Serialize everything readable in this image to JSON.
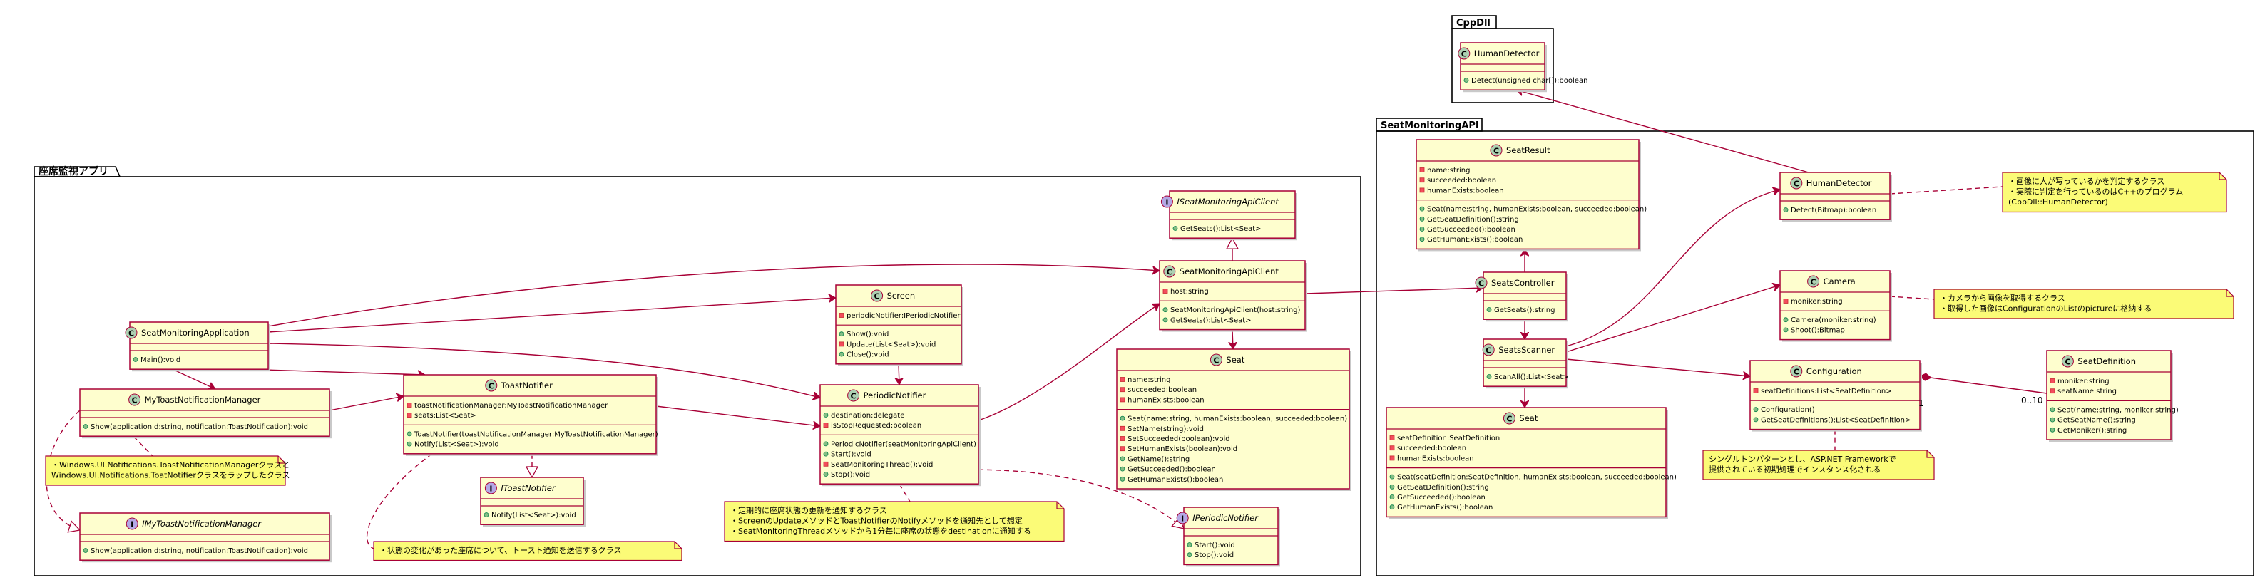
{
  "packages": {
    "app": "座席監視アプリ",
    "cppdll": "CppDll",
    "api": "SeatMonitoringAPI"
  },
  "classes": {
    "seatMonitoringApplication": {
      "kind": "C",
      "name": "SeatMonitoringApplication",
      "fields": [],
      "methods": [
        "+ Main():void"
      ]
    },
    "myToastNotificationManager": {
      "kind": "C",
      "name": "MyToastNotificationManager",
      "fields": [],
      "methods": [
        "+ Show(applicationId:string, notification:ToastNotification):void"
      ]
    },
    "iMyToastNotificationManager": {
      "kind": "I",
      "name": "IMyToastNotificationManager",
      "fields": [],
      "methods": [
        "+ Show(applicationId:string, notification:ToastNotification):void"
      ]
    },
    "toastNotifier": {
      "kind": "C",
      "name": "ToastNotifier",
      "fields": [
        "- toastNotificationManager:MyToastNotificationManager",
        "- seats:List<Seat>"
      ],
      "methods": [
        "+ ToastNotifier(toastNotificationManager:MyToastNotificationManager)",
        "+ Notify(List<Seat>):void"
      ]
    },
    "iToastNotifier": {
      "kind": "I",
      "name": "IToastNotifier",
      "fields": [],
      "methods": [
        "+ Notify(List<Seat>):void"
      ]
    },
    "screen": {
      "kind": "C",
      "name": "Screen",
      "fields": [
        "- periodicNotifier:IPeriodicNotifier"
      ],
      "methods": [
        "+ Show():void",
        "- Update(List<Seat>):void",
        "+ Close():void"
      ]
    },
    "periodicNotifier": {
      "kind": "C",
      "name": "PeriodicNotifier",
      "fields": [
        "+ destination:delegate",
        "- isStopRequested:boolean"
      ],
      "methods": [
        "+ PeriodicNotifier(seatMonitoringApiClient)",
        "+ Start():void",
        "- SeatMonitoringThread():void",
        "+ Stop():void"
      ]
    },
    "iSeatMonitoringApiClient": {
      "kind": "I",
      "name": "ISeatMonitoringApiClient",
      "fields": [],
      "methods": [
        "+ GetSeats():List<Seat>"
      ]
    },
    "seatMonitoringApiClient": {
      "kind": "C",
      "name": "SeatMonitoringApiClient",
      "fields": [
        "- host:string"
      ],
      "methods": [
        "+ SeatMonitoringApiClient(host:string)",
        "+ GetSeats():List<Seat>"
      ]
    },
    "seatApp": {
      "kind": "C",
      "name": "Seat",
      "fields": [
        "- name:string",
        "- succeeded:boolean",
        "- humanExists:boolean"
      ],
      "methods": [
        "+ Seat(name:string, humanExists:boolean, succeeded:boolean)",
        "- SetName(string):void",
        "- SetSucceeded(boolean):void",
        "- SetHumanExists(boolean):void",
        "+ GetName():string",
        "+ GetSucceeded():boolean",
        "+ GetHumanExists():boolean"
      ]
    },
    "iPeriodicNotifier": {
      "kind": "I",
      "name": "IPeriodicNotifier",
      "fields": [],
      "methods": [
        "+ Start():void",
        "+ Stop():void"
      ]
    },
    "humanDetectorDll": {
      "kind": "C",
      "name": "HumanDetector",
      "fields": [],
      "methods": [
        "+ Detect(unsigned char[]):boolean"
      ]
    },
    "seatResult": {
      "kind": "C",
      "name": "SeatResult",
      "fields": [
        "- name:string",
        "- succeeded:boolean",
        "- humanExists:boolean"
      ],
      "methods": [
        "+ Seat(name:string, humanExists:boolean, succeeded:boolean)",
        "+ GetSeatDefinition():string",
        "+ GetSucceeded():boolean",
        "+ GetHumanExists():boolean"
      ]
    },
    "seatsController": {
      "kind": "C",
      "name": "SeatsController",
      "fields": [],
      "methods": [
        "+ GetSeats():string"
      ]
    },
    "seatsScanner": {
      "kind": "C",
      "name": "SeatsScanner",
      "fields": [],
      "methods": [
        "+ ScanAll():List<Seat>"
      ]
    },
    "seatApi": {
      "kind": "C",
      "name": "Seat",
      "fields": [
        "- seatDefinition:SeatDefinition",
        "- succeeded:boolean",
        "- humanExists:boolean"
      ],
      "methods": [
        "+ Seat(seatDefinition:SeatDefinition, humanExists:boolean, succeeded:boolean)",
        "+ GetSeatDefinition():string",
        "+ GetSucceeded():boolean",
        "+ GetHumanExists():boolean"
      ]
    },
    "humanDetectorApi": {
      "kind": "C",
      "name": "HumanDetector",
      "fields": [],
      "methods": [
        "+ Detect(Bitmap):boolean"
      ]
    },
    "camera": {
      "kind": "C",
      "name": "Camera",
      "fields": [
        "- moniker:string"
      ],
      "methods": [
        "+ Camera(moniker:string)",
        "+ Shoot():Bitmap"
      ]
    },
    "configuration": {
      "kind": "C",
      "name": "Configuration",
      "fields": [
        "- seatDefinitions:List<SeatDefinition>"
      ],
      "methods": [
        "+ Configuration()",
        "+ GetSeatDefinitions():List<SeatDefinition>"
      ]
    },
    "seatDefinition": {
      "kind": "C",
      "name": "SeatDefinition",
      "fields": [
        "- moniker:string",
        "- seatName:string"
      ],
      "methods": [
        "+ Seat(name:string, moniker:string)",
        "+ GetSeatName():string",
        "+ GetMoniker():string"
      ]
    }
  },
  "notes": {
    "toastManager": [
      "・Windows.UI.Notifications.ToastNotificationManagerクラスと",
      "  Windows.UI.Notifications.ToatNotifierクラスをラップしたクラス"
    ],
    "toastNotifier": [
      "・状態の変化があった座席について、トースト通知を送信するクラス"
    ],
    "periodicNotifier": [
      "・定期的に座席状態の更新を通知するクラス",
      "・ScreenのUpdateメソッドとToastNotifierのNotifyメソッドを通知先として想定",
      "・SeatMonitoringThreadメソッドから1分毎に座席の状態をdestinationに通知する"
    ],
    "humanDetector": [
      "・画像に人が写っているかを判定するクラス",
      "・実際に判定を行っているのはC++のプログラム",
      "  (CppDll::HumanDetector)"
    ],
    "camera": [
      "・カメラから画像を取得するクラス",
      "・取得した画像はConfigurationのListのpictureに格納する"
    ],
    "configuration": [
      "シングルトンパターンとし、ASP.NET Frameworkで",
      "提供されている初期処理でインスタンス化される"
    ]
  },
  "multiplicity": {
    "one": "1",
    "many": "0..10"
  },
  "colors": {
    "classFill": "#FEFECE",
    "border": "#A80036",
    "classBadge": "#ADD1B2",
    "interfaceBadge": "#B4A7E5",
    "noteFill": "#FBFB77",
    "packageBorder": "#000000"
  }
}
